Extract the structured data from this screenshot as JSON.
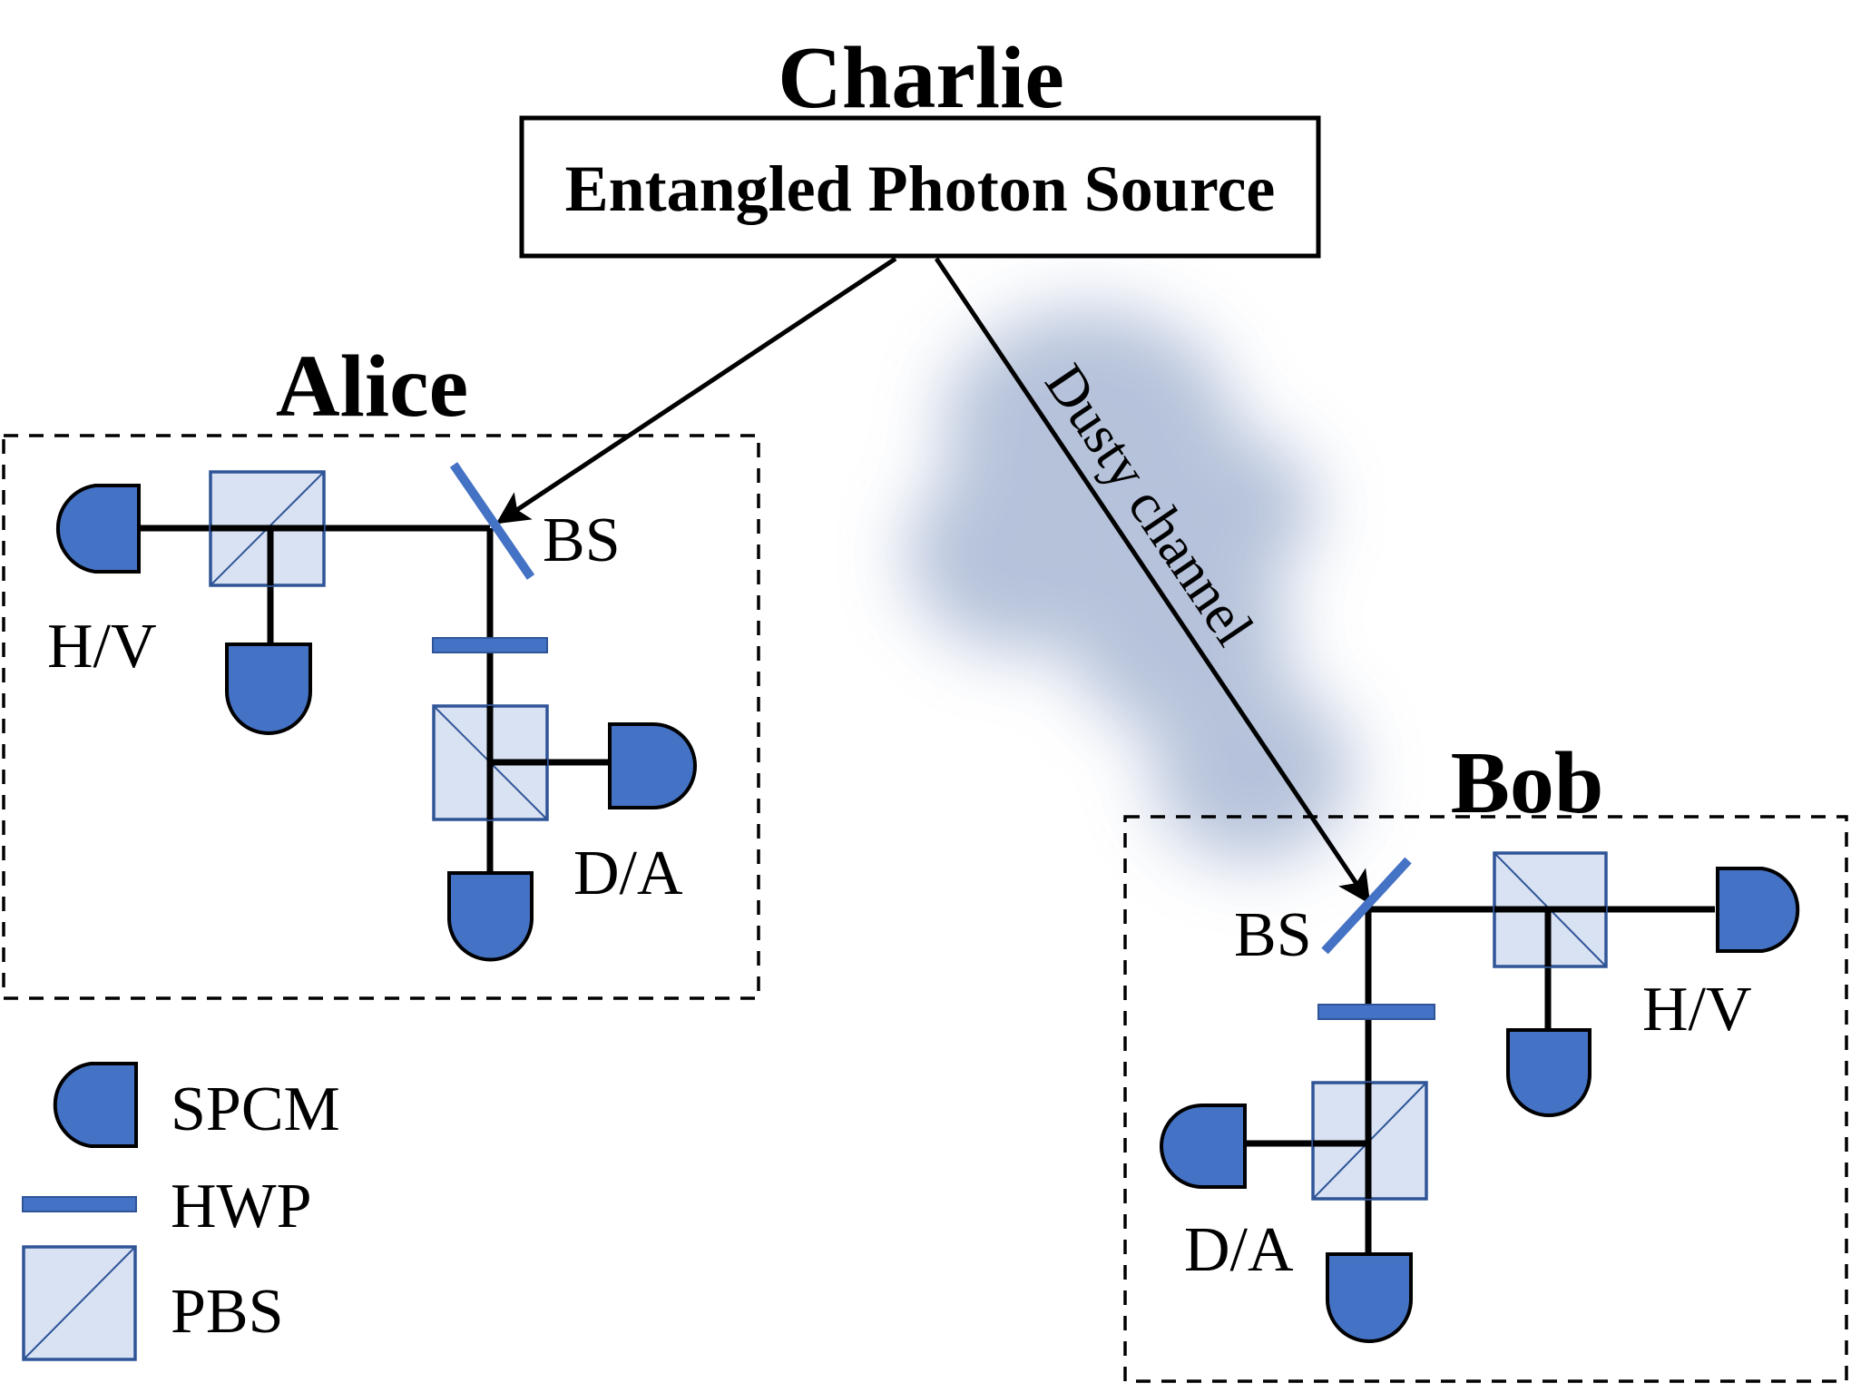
{
  "charlie": {
    "title": "Charlie",
    "source_label": "Entangled Photon Source"
  },
  "alice": {
    "title": "Alice",
    "bs_label": "BS",
    "hv_label": "H/V",
    "da_label": "D/A"
  },
  "bob": {
    "title": "Bob",
    "bs_label": "BS",
    "hv_label": "H/V",
    "da_label": "D/A"
  },
  "channel": {
    "label": "Dusty channel"
  },
  "legend": {
    "spcm_label": "SPCM",
    "hwp_label": "HWP",
    "pbs_label": "PBS"
  },
  "colors": {
    "detector_fill": "#4472c4",
    "hwp": "#4472c4",
    "pbs_fill": "#d9e2f3",
    "pbs_stroke": "#2f5597",
    "dust": "#a9b8d4"
  }
}
